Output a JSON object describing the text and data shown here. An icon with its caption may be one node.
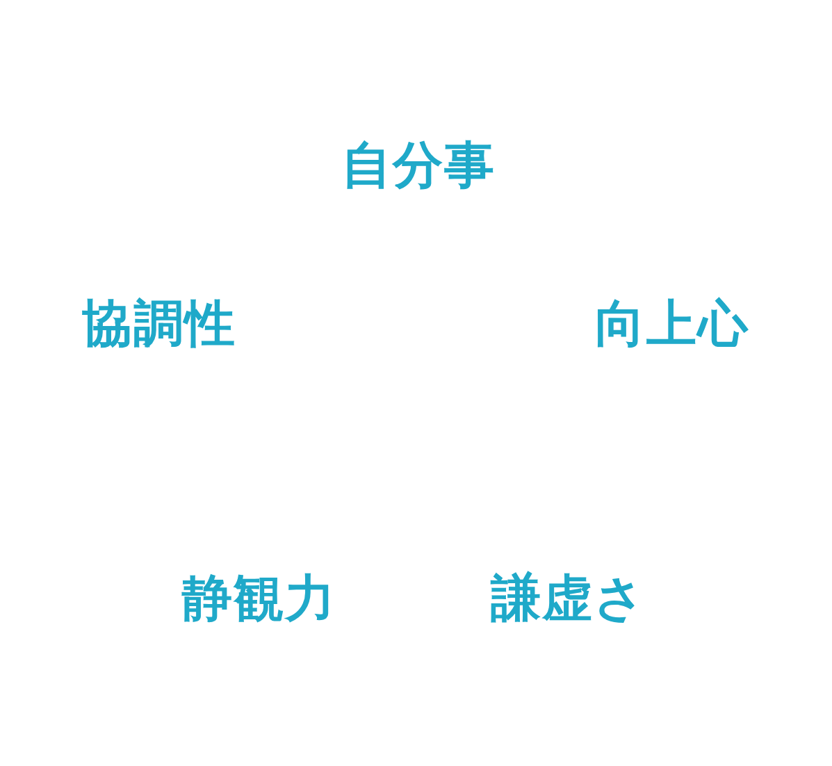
{
  "diagram": {
    "labels": [
      "自分事",
      "協調性",
      "向上心",
      "静観力",
      "謙虚さ"
    ]
  }
}
